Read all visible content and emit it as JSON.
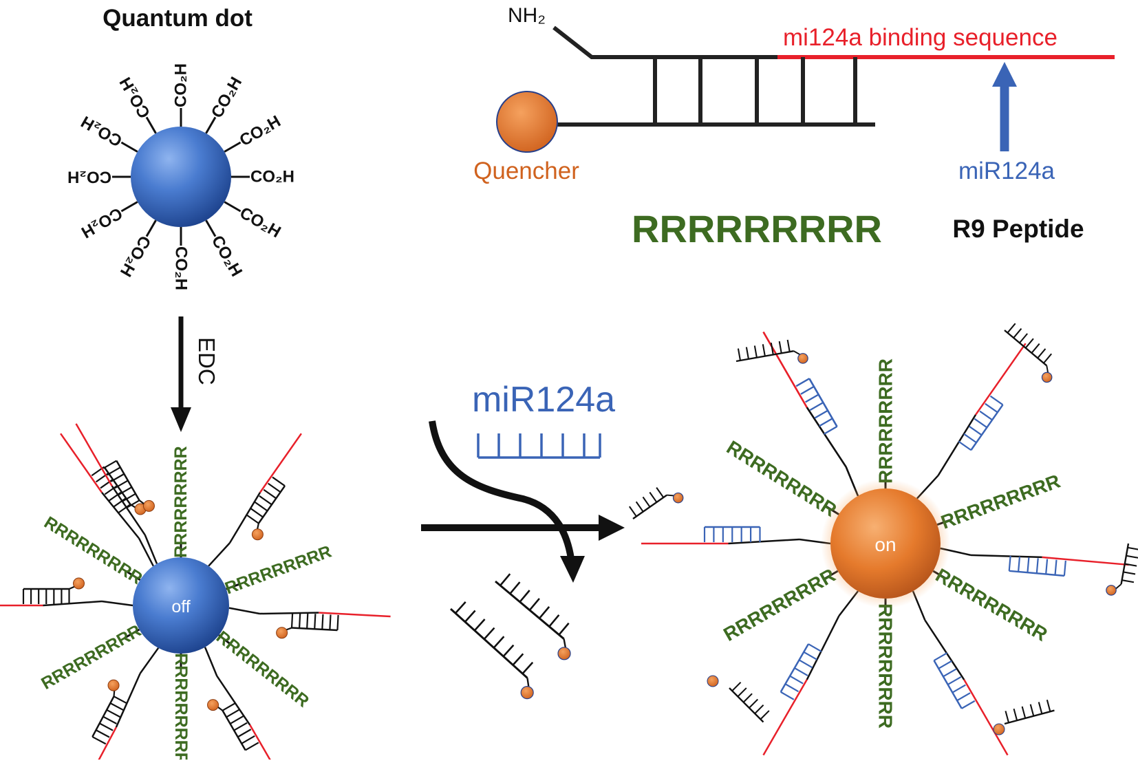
{
  "colors": {
    "dot_blue": "#3f6fbf",
    "dot_orange": "#e07a2a",
    "quencher": "#e37a2c",
    "peptide_green": "#3d6b21",
    "mirna_blue": "#3a64b6",
    "binding_red": "#e8202a",
    "black": "#111111"
  },
  "top_left": {
    "title": "Quantum dot",
    "ligand_label": "CO₂H",
    "ligand_count": 12
  },
  "top_right": {
    "amine_label": "NH₂",
    "binding_label": "mi124a binding sequence",
    "quencher_label": "Quencher",
    "mirna_label": "miR124a",
    "peptide_sequence": "RRRRRRRRR",
    "peptide_label": "R9 Peptide"
  },
  "arrow_down": {
    "reagent_label": "EDC"
  },
  "bottom_left": {
    "dot_state": "off",
    "peptide_sequence": "RRRRRRRRR"
  },
  "middle": {
    "mirna_label": "miR124a"
  },
  "bottom_right": {
    "dot_state": "on",
    "peptide_sequence": "RRRRRRRRR"
  }
}
